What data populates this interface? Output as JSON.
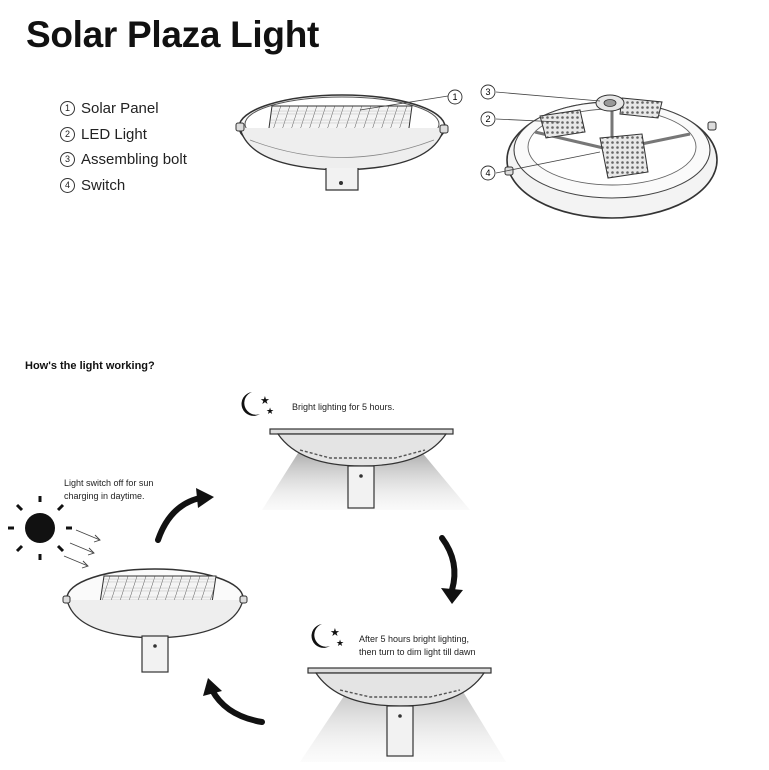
{
  "title": "Solar Plaza Light",
  "legend": [
    {
      "num": "1",
      "label": "Solar Panel"
    },
    {
      "num": "2",
      "label": "LED Light"
    },
    {
      "num": "3",
      "label": "Assembling bolt"
    },
    {
      "num": "4",
      "label": "Switch"
    }
  ],
  "callouts": {
    "c1": "1",
    "c2": "2",
    "c3": "3",
    "c4": "4"
  },
  "working": {
    "heading": "How's the light working?",
    "step_bright": "Bright lighting for 5 hours.",
    "step_charge_1": "Light switch off for sun",
    "step_charge_2": "charging in daytime.",
    "step_dim_1": "After 5 hours bright lighting,",
    "step_dim_2": "then turn to dim light till dawn"
  }
}
